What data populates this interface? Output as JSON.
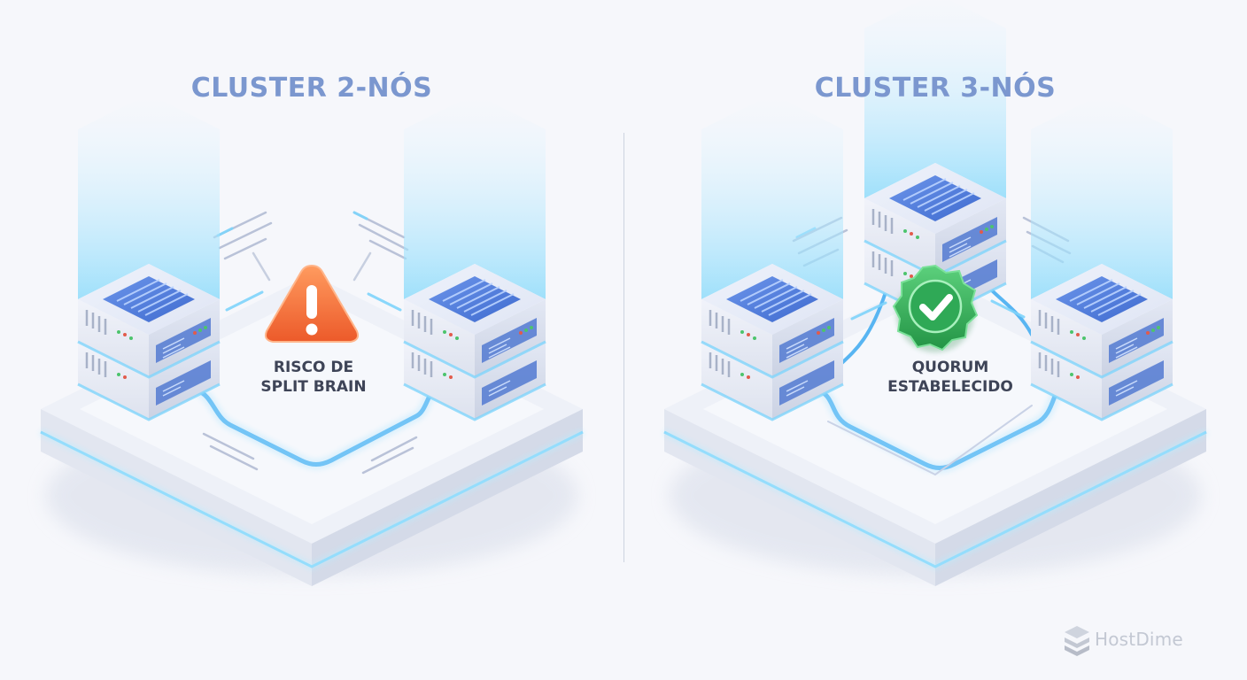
{
  "left_panel": {
    "title": "CLUSTER 2-NÓS",
    "status_label_line1": "RISCO DE",
    "status_label_line2": "SPLIT BRAIN",
    "status_icon": "warning-triangle-icon",
    "status_color": "#f06a36",
    "node_count": 2
  },
  "right_panel": {
    "title": "CLUSTER 3-NÓS",
    "status_label_line1": "QUORUM",
    "status_label_line2": "ESTABELECIDO",
    "status_icon": "check-badge-icon",
    "status_color": "#2fa956",
    "node_count": 3
  },
  "brand": {
    "name": "HostDime",
    "icon": "stacked-layers-logo"
  },
  "colors": {
    "title": "#7b97cf",
    "accent_glow": "#6cc6f4",
    "server_top": "#5a86e0",
    "background": "#f6f7fb"
  }
}
